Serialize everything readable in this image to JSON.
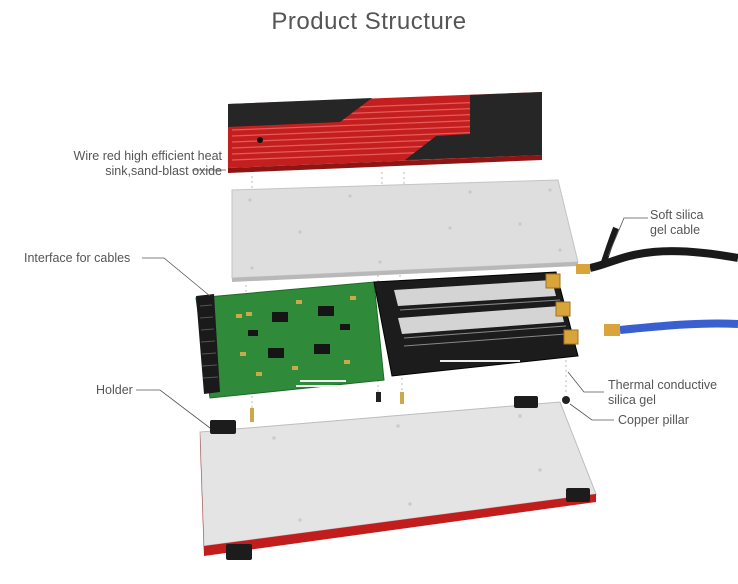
{
  "title": "Product Structure",
  "labels": {
    "heat_sink_line1": "Wire red high efficient heat",
    "heat_sink_line2": "sink,sand-blast oxide",
    "interface": "Interface for cables",
    "holder": "Holder",
    "soft_cable_line1": "Soft silica",
    "soft_cable_line2": "gel cable",
    "thermal_line1": "Thermal conductive",
    "thermal_line2": "silica gel",
    "copper_pillar": "Copper pillar"
  },
  "colors": {
    "heat_sink_red": "#d32a2a",
    "heat_sink_black": "#262626",
    "aluminium_plate": "#dcdcdc",
    "pcb_green": "#2f8a3a",
    "pcb_black": "#1c1c1c",
    "cable_blue": "#3a5fd0",
    "cable_black": "#1a1a1a",
    "terminal_gold": "#d9a53a"
  }
}
